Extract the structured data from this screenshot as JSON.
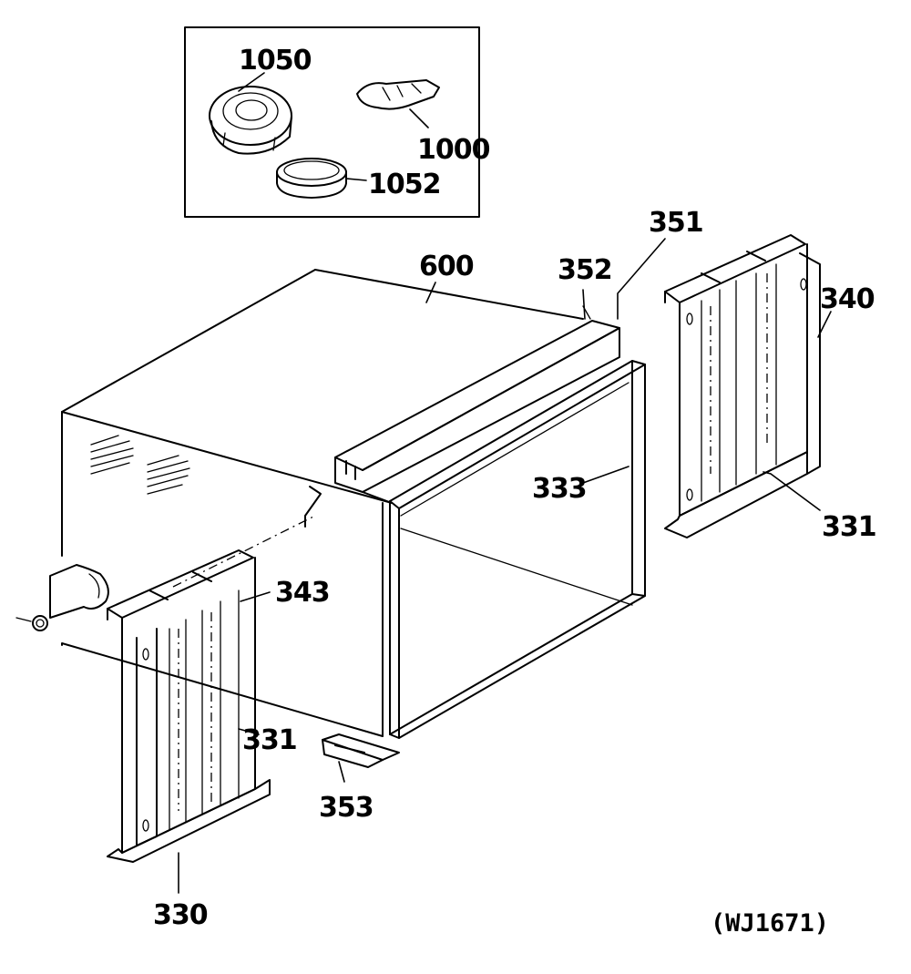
{
  "labels": {
    "l1050": "1050",
    "l1000": "1000",
    "l1052": "1052",
    "l600": "600",
    "l352": "352",
    "l351": "351",
    "l340": "340",
    "l333": "333",
    "l331_right": "331",
    "l343": "343",
    "l331_left": "331",
    "l353": "353",
    "l330": "330"
  },
  "figure_ref": "(WJ1671)"
}
